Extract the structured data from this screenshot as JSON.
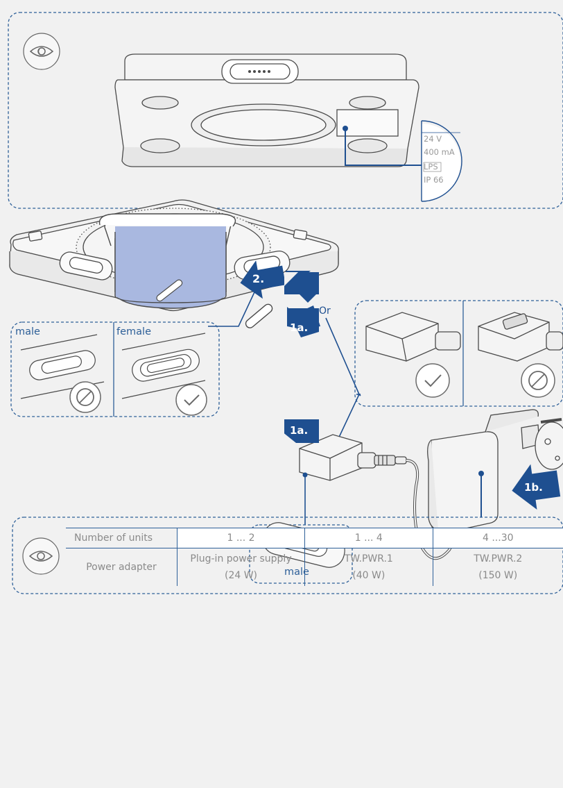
{
  "colors": {
    "accent": "#1e4f90",
    "panel_border": "#2d5f98",
    "background": "#f1f1f1",
    "text_gray": "#8a8a8a",
    "line_gray": "#555555",
    "liquid": "#a9b8e0"
  },
  "top_panel": {
    "icon": "eye-icon",
    "label_lines": [
      "24 V",
      "400 mA",
      "LPS",
      "IP 66"
    ]
  },
  "steps": {
    "step_2": "2.",
    "step_1a_upper": "1a.",
    "step_1a_lower": "1a.",
    "step_1b": "1b.",
    "or": "Or"
  },
  "connector_views": {
    "male_label": "male",
    "female_label": "female",
    "plug_male_label": "male",
    "check_icon": "check-icon",
    "prohibited_icon": "prohibited-icon"
  },
  "power_table": {
    "icon": "eye-icon",
    "rows": [
      {
        "label": "Number of units",
        "cells": [
          "1 ... 2",
          "1 ... 4",
          "4 ...30"
        ]
      },
      {
        "label": "Power adapter",
        "cells": [
          "Plug-in power supply\n(24 W)",
          "TW.PWR.1\n(40 W)",
          "TW.PWR.2\n(150 W)"
        ]
      }
    ]
  }
}
